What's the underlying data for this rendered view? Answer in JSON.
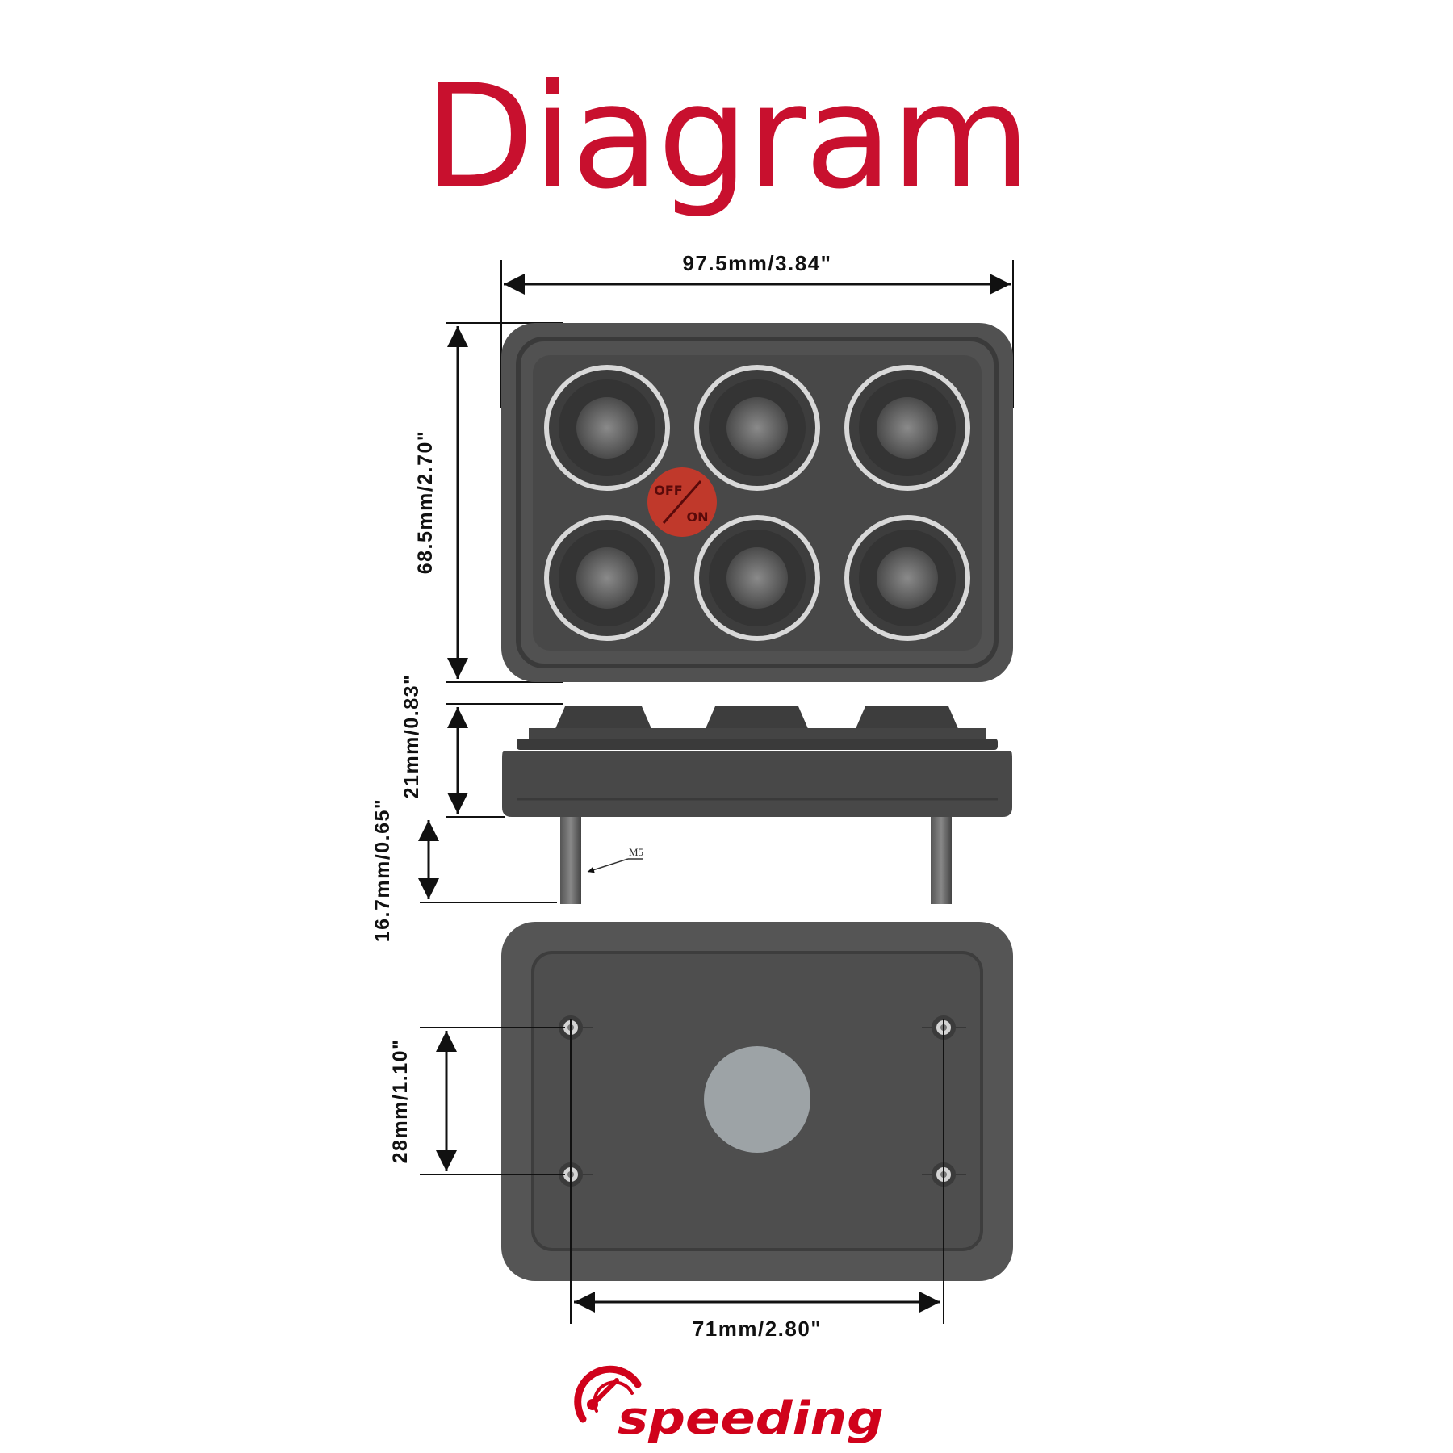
{
  "title": "Diagram",
  "dimensions": {
    "width": "97.5mm/3.84\"",
    "height": "68.5mm/2.70\"",
    "button_height": "0.83\"",
    "body_height": "21mm/0.83\"",
    "stud_length": "16.7mm/0.65\"",
    "stud_label": "M5",
    "hole_vertical": "28mm/1.10\"",
    "hole_horizontal": "71mm/2.80\""
  },
  "panel": {
    "button_count": 6,
    "power_button_text_top": "OFF",
    "power_button_text_bottom": "ON"
  },
  "brand": "speeding",
  "colors": {
    "title": "#c8102e",
    "panel_body": "#4f4f4f",
    "power_button": "#c0392b",
    "brand": "#d0021b"
  }
}
